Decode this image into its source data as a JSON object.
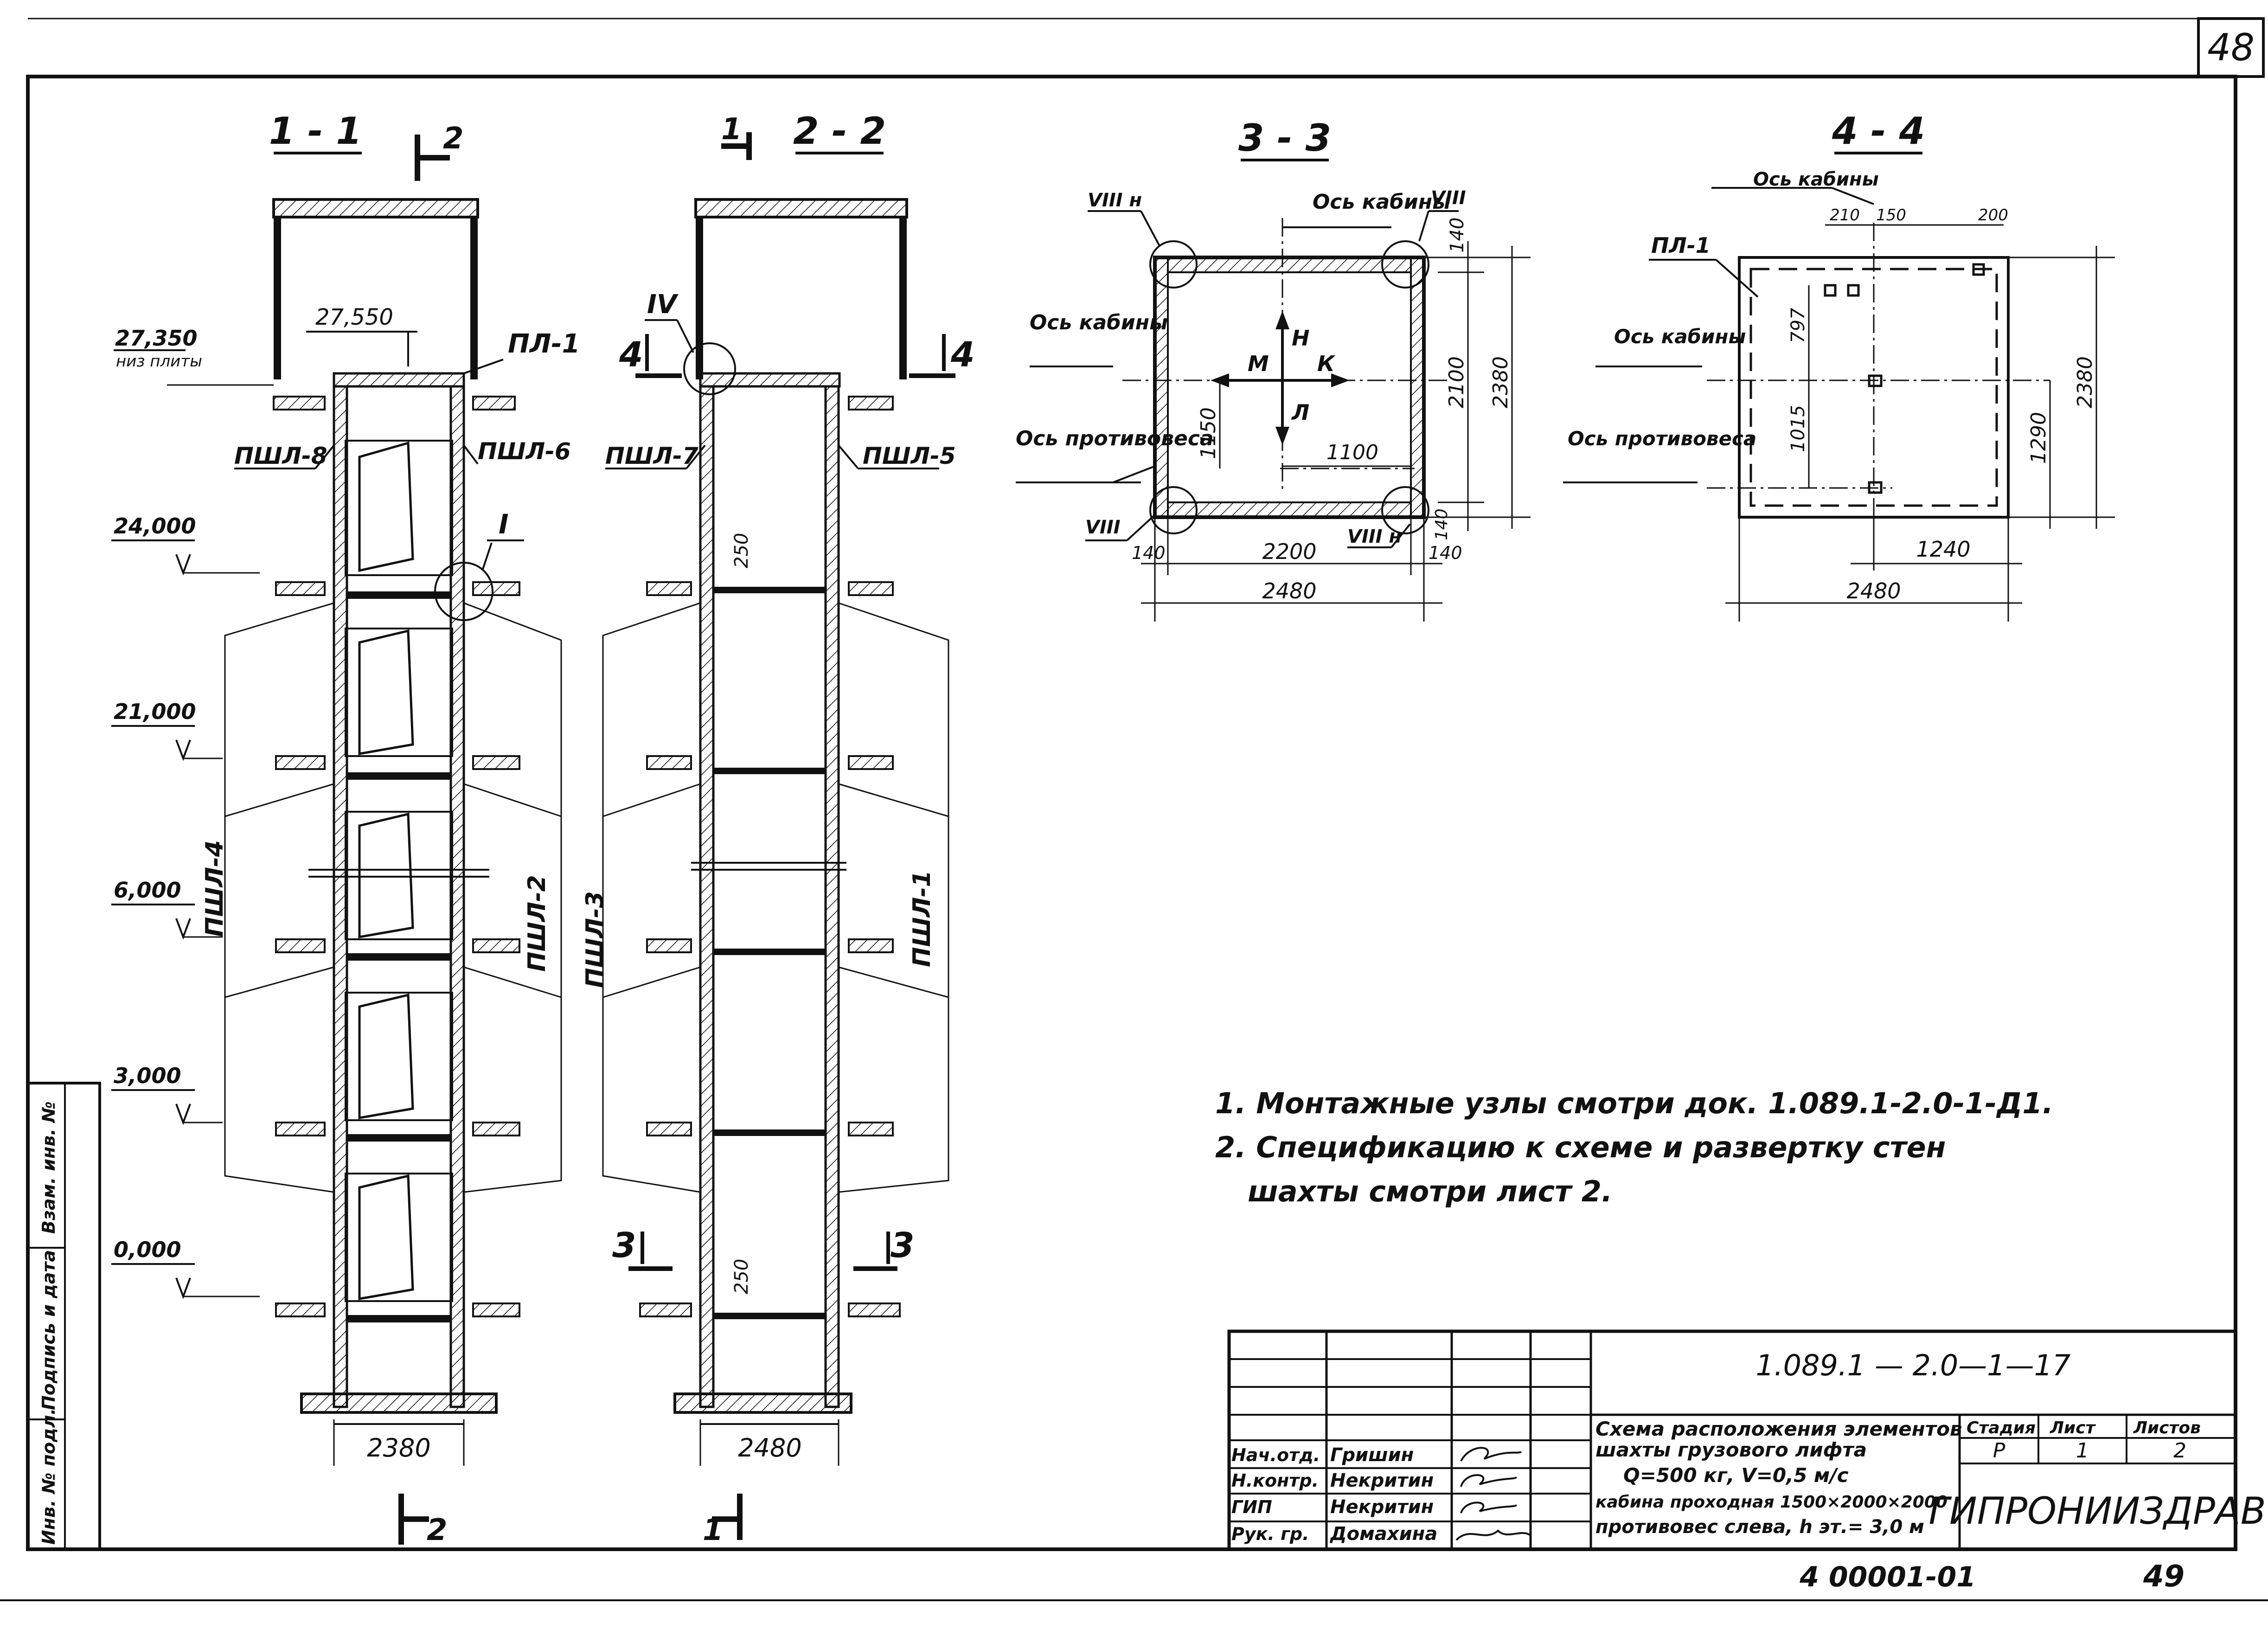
{
  "sheet_number": "48",
  "footer_number": "49",
  "footer_code": "4 00001-01",
  "sections": {
    "s11": {
      "title": "1 - 1",
      "cut_mark": "2",
      "cut_mark_bottom": "2"
    },
    "s22": {
      "title": "2 - 2",
      "cut_mark": "1",
      "cut_mark_bottom": "1"
    },
    "s33": {
      "title": "3 - 3"
    },
    "s44": {
      "title": "4 - 4"
    }
  },
  "elevations": [
    "27,350",
    "24,000",
    "21,000",
    "6,000",
    "3,000",
    "0,000"
  ],
  "elevation_note": "низ плиты",
  "elevation_top_slab": "27,550",
  "labels_11": [
    "ПЛ-1",
    "ПШЛ-8",
    "ПШЛ-6",
    "I",
    "ПШЛ-4",
    "ПШЛ-2"
  ],
  "labels_22": [
    "IV",
    "4",
    "4",
    "ПШЛ-7",
    "ПШЛ-5",
    "ПШЛ-3",
    "ПШЛ-1",
    "3",
    "3"
  ],
  "dims_11": {
    "width": "2380"
  },
  "dims_22": {
    "width": "2480",
    "gap_top": "250",
    "gap_bottom": "250"
  },
  "plan33": {
    "axis_cabin_top": "Ось кабины",
    "axis_cabin_left": "Ось кабины",
    "axis_counterweight": "Ось противовеса",
    "marks": [
      "VIII н",
      "VIII",
      "VIII",
      "VIII н"
    ],
    "directions": [
      "Н",
      "М",
      "К",
      "Л"
    ],
    "dims": [
      "140",
      "2100",
      "2380",
      "1150",
      "1100",
      "140",
      "2200",
      "140",
      "140",
      "2480"
    ]
  },
  "plan44": {
    "axis_cabin_top": "Ось кабины",
    "axis_cabin_left": "Ось кабины",
    "axis_counterweight": "Ось противовеса",
    "slab": "ПЛ-1",
    "dims": [
      "210",
      "150",
      "200",
      "797",
      "1015",
      "2380",
      "1290",
      "1240",
      "2480"
    ]
  },
  "notes": [
    "1. Монтажные узлы смотри док. 1.089.1-2.0-1-Д1.",
    "2. Спецификацию к схеме и развертку стен",
    "шахты смотри лист 2."
  ],
  "side_stamp": [
    "Инв. № подл.",
    "Подпись и дата",
    "Взам. инв. №"
  ],
  "title_block": {
    "code": "1.089.1 — 2.0—1—17",
    "description": [
      "Схема расположения элементов",
      "шахты грузового лифта",
      "Q=500 кг, V=0,5 м/с",
      "кабина проходная 1500×2000×2000",
      "противовес слева, h эт.= 3,0 м"
    ],
    "stage_header": "Стадия",
    "sheet_header": "Лист",
    "sheets_header": "Листов",
    "stage": "Р",
    "sheet": "1",
    "sheets": "2",
    "organization": "ГИПРОНИИЗДРАВ",
    "signers": [
      {
        "role": "Нач.отд.",
        "name": "Гришин"
      },
      {
        "role": "Н.контр.",
        "name": "Некритин"
      },
      {
        "role": "ГИП",
        "name": "Некритин"
      },
      {
        "role": "Рук. гр.",
        "name": "Домахина"
      }
    ]
  }
}
